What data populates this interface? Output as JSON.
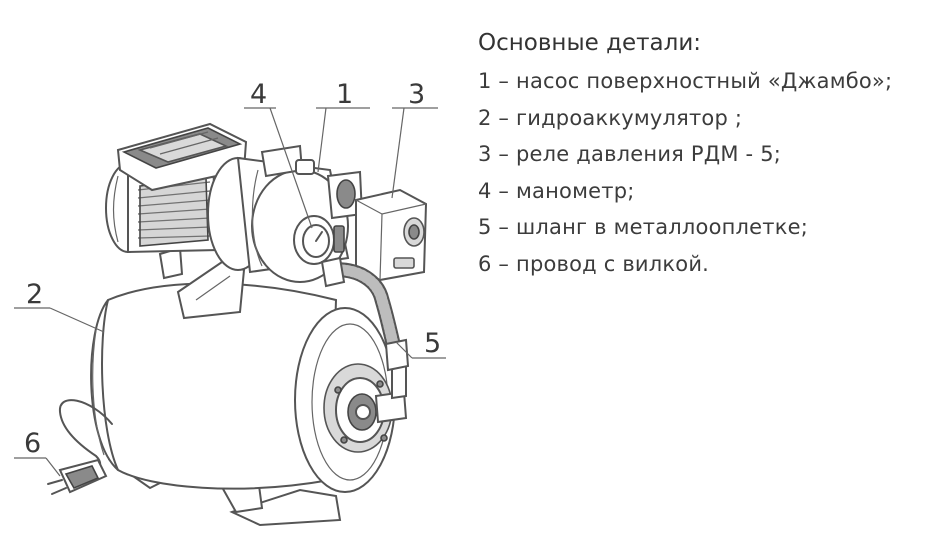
{
  "legend": {
    "title": "Основные детали:",
    "items": [
      "1 – насос поверхностный «Джамбо»;",
      "2 – гидроаккумулятор  ;",
      "3 – реле давления  РДМ - 5;",
      "4 – манометр;",
      "5 – шланг в металлооплетке;",
      "6 – провод с вилкой."
    ]
  },
  "callouts": {
    "c1": "1",
    "c2": "2",
    "c3": "3",
    "c4": "4",
    "c5": "5",
    "c6": "6"
  }
}
